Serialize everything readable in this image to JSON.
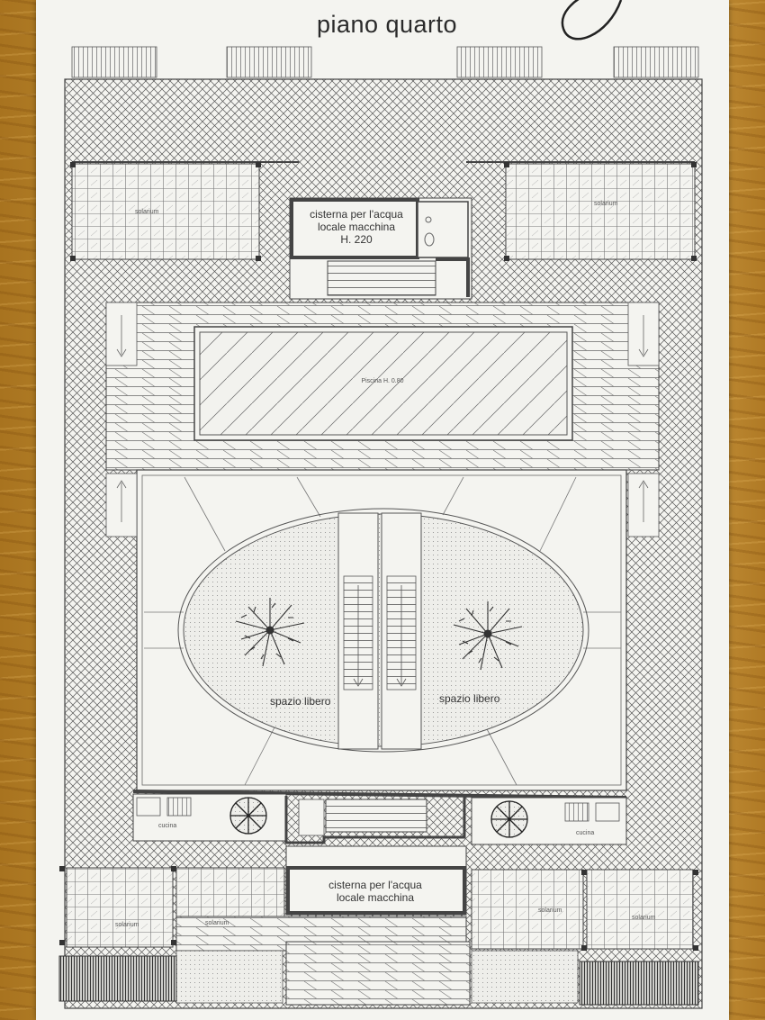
{
  "title": "piano quarto",
  "labels": {
    "cistern_top_1": "cisterna per l'acqua",
    "cistern_top_2": "locale macchina",
    "cistern_top_h": "H. 220",
    "pool": "Piscina H. 0.80",
    "solarium": "solarium",
    "spazio_left": "spazio libero",
    "spazio_right": "spazio libero",
    "cucina": "cucina",
    "cistern_bottom_1": "cisterna per l'acqua",
    "cistern_bottom_2": "locale macchina"
  },
  "colors": {
    "paper": "#f4f4f0",
    "ink": "#444444",
    "wood": "#b98a2e"
  }
}
